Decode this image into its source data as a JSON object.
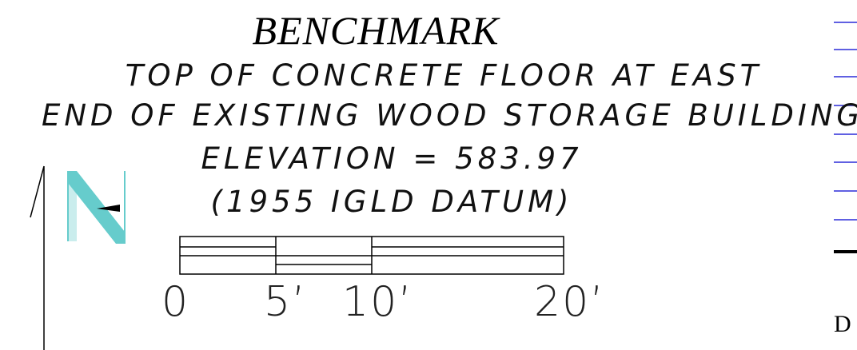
{
  "benchmark": {
    "title": "BENCHMARK",
    "line1": "TOP OF CONCRETE FLOOR AT EAST",
    "line2": "END OF EXISTING WOOD STORAGE BUILDING",
    "line3": "ELEVATION = 583.97",
    "line4": "(1955 IGLD DATUM)"
  },
  "scale_bar": {
    "labels": [
      "0",
      "5’",
      "10’",
      "20’"
    ]
  },
  "right_edge": {
    "letter": "D"
  },
  "colors": {
    "north_arrow": "#66cccc",
    "right_ticks": "#2b2bd9",
    "ink": "#000000"
  }
}
